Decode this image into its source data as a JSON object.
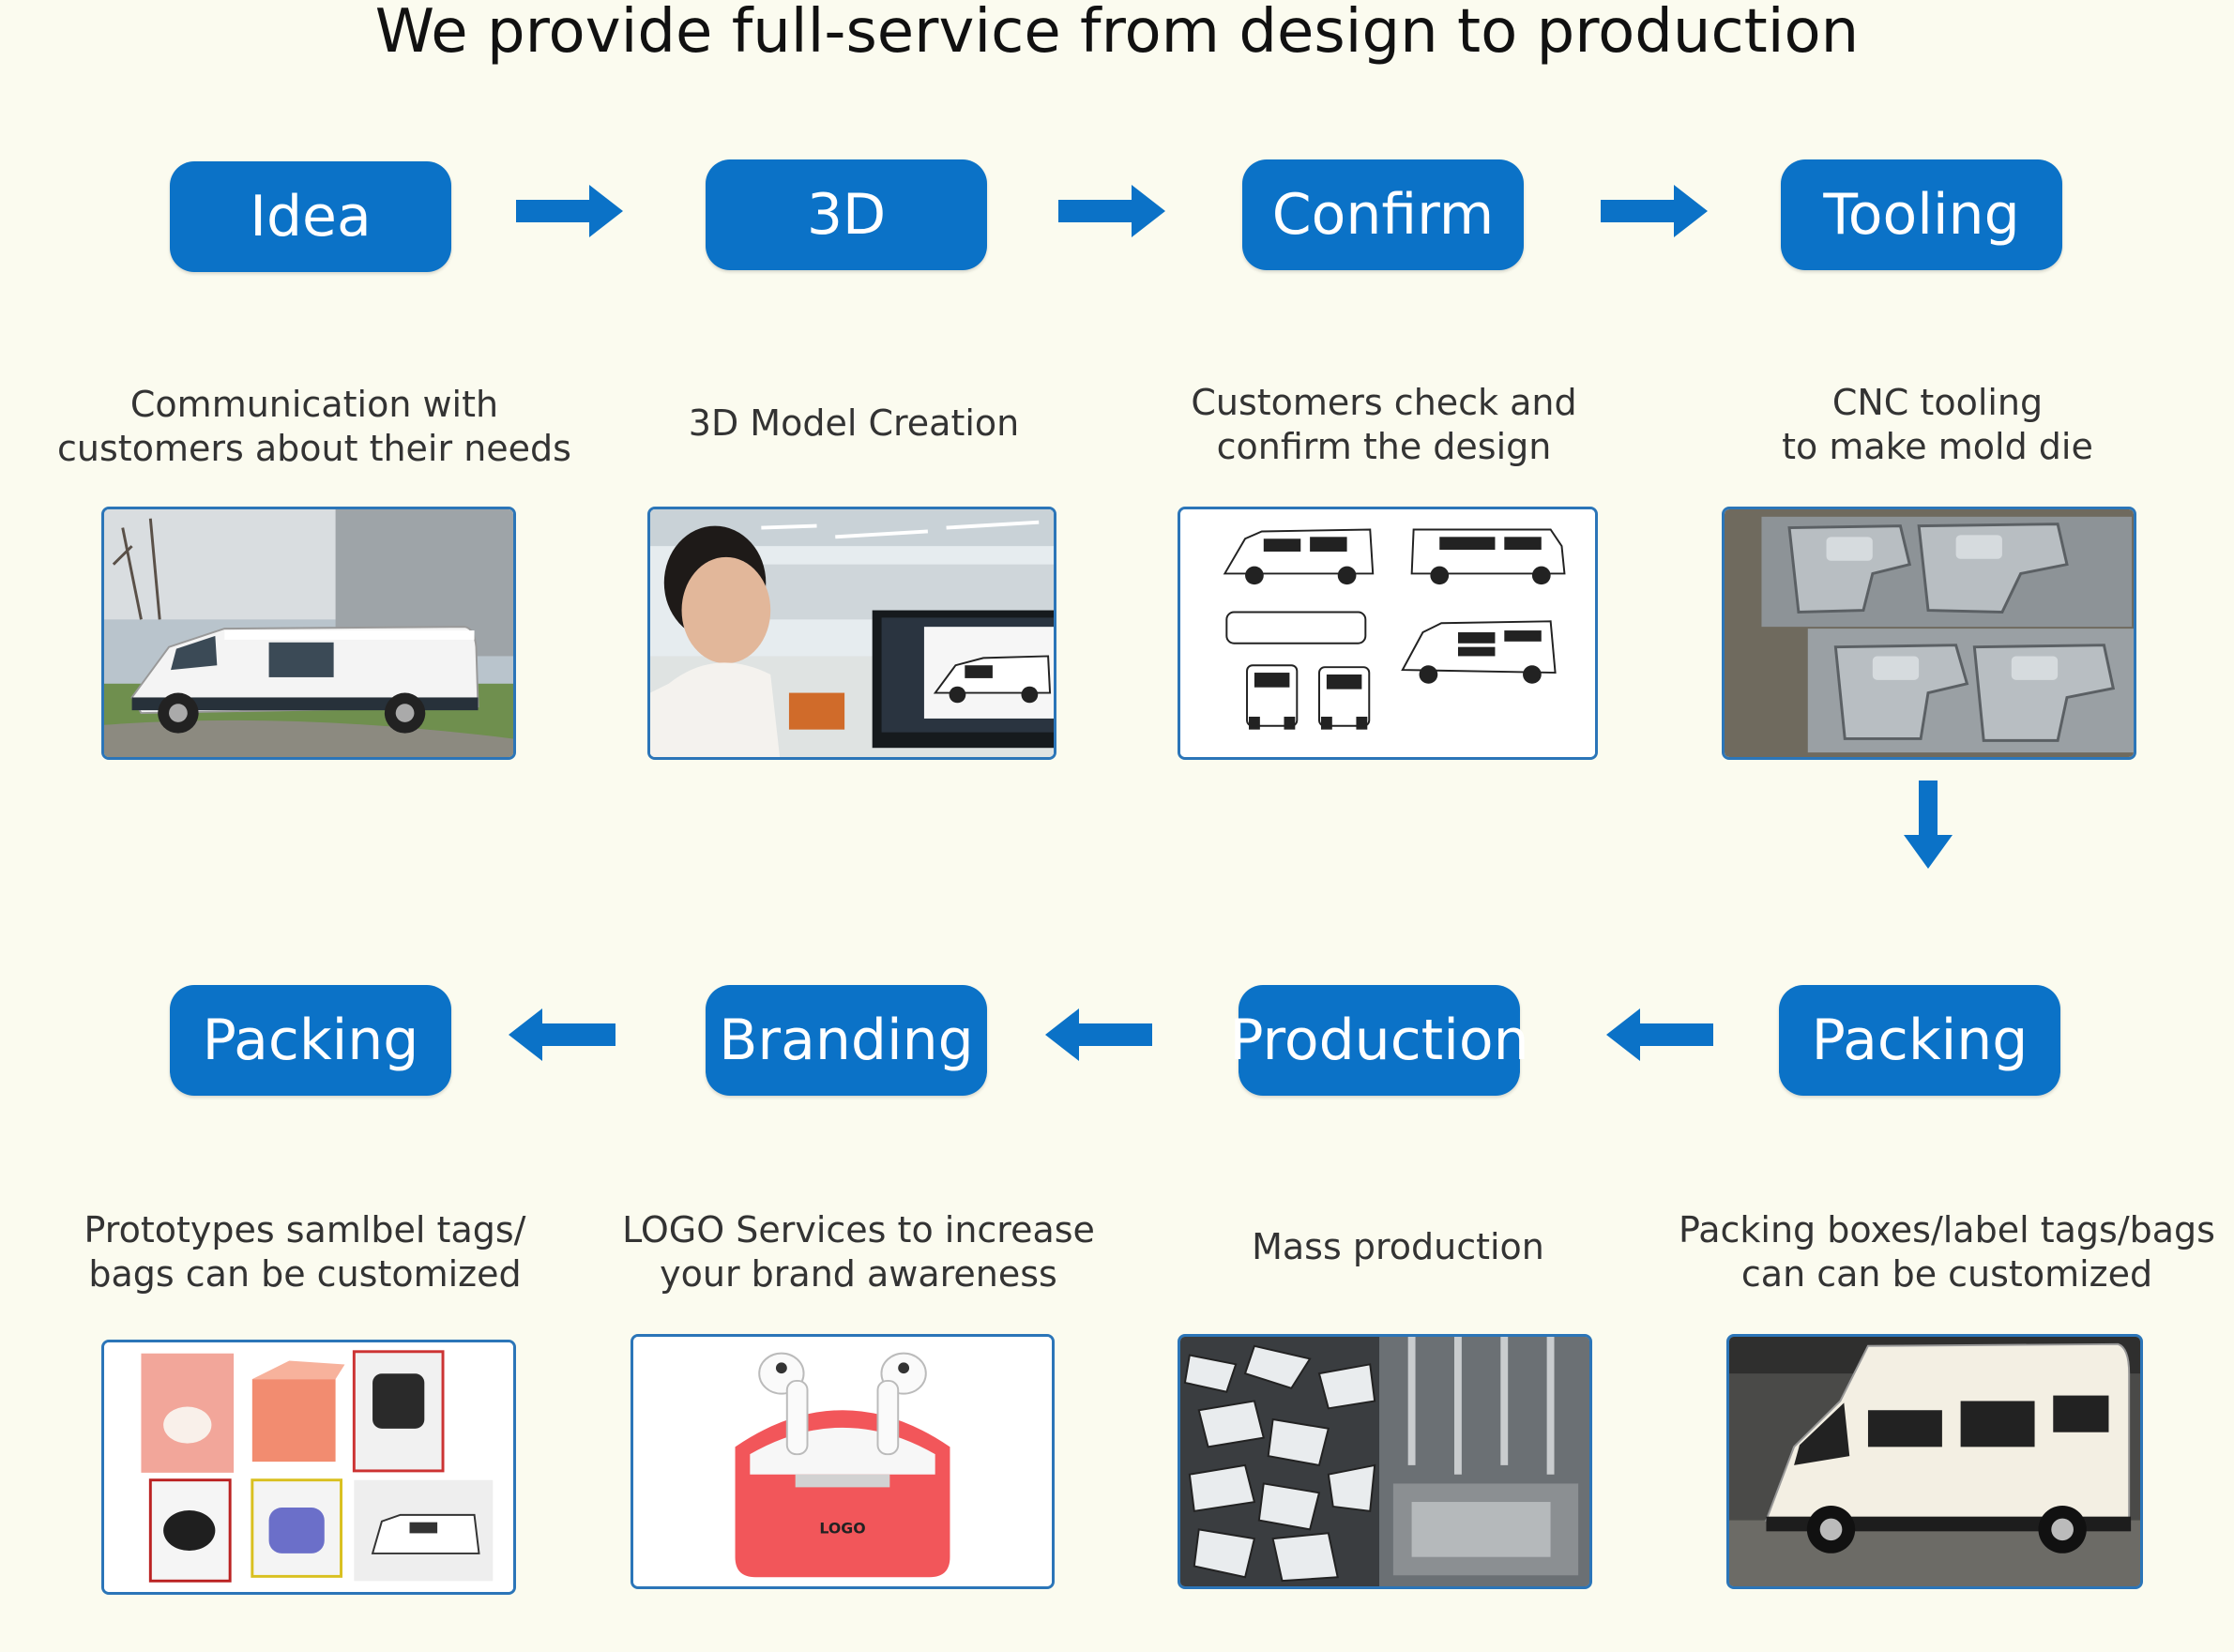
{
  "title": "We provide full-service from design to production",
  "colors": {
    "accent": "#0b72c7",
    "background": "#fbfbef"
  },
  "steps_row1": [
    {
      "label": "Idea",
      "desc": [
        "Communication with",
        "customers about their needs"
      ],
      "image": "white-van-photo"
    },
    {
      "label": "3D",
      "desc": [
        "3D Model Creation"
      ],
      "image": "designer-at-computer-photo"
    },
    {
      "label": "Confirm",
      "desc": [
        "Customers check and",
        "confirm the design"
      ],
      "image": "van-blueprint-drawing"
    },
    {
      "label": "Tooling",
      "desc": [
        "CNC tooling",
        "to make mold die"
      ],
      "image": "metal-mold-photo"
    }
  ],
  "steps_row2": [
    {
      "label": "Packing",
      "desc": [
        "Prototypes samlbel tags/",
        "bags can be customized"
      ],
      "image": "packaging-samples-photo"
    },
    {
      "label": "Branding",
      "desc": [
        "LOGO Services to increase",
        "your brand awareness"
      ],
      "image": "earbuds-case-photo",
      "logo_text": "LOGO"
    },
    {
      "label": "Production",
      "desc": [
        "Mass production"
      ],
      "image": "mass-production-photo"
    },
    {
      "label": "Packing",
      "desc": [
        "Packing boxes/label tags/bags",
        "can can be customized"
      ],
      "image": "van-model-photo"
    }
  ],
  "arrows": [
    "arrow-right-icon",
    "arrow-right-icon",
    "arrow-right-icon",
    "arrow-down-icon",
    "arrow-left-icon",
    "arrow-left-icon",
    "arrow-left-icon"
  ]
}
